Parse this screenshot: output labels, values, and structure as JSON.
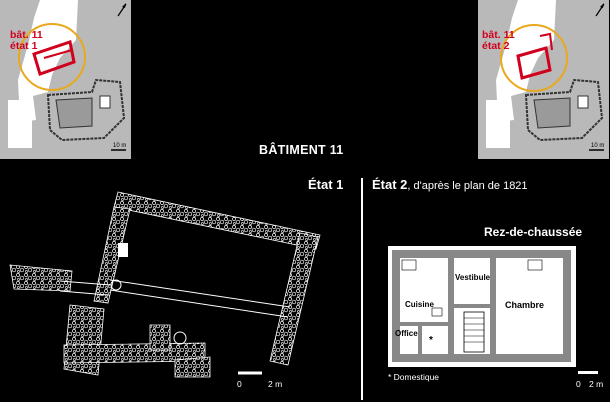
{
  "thumbnails": {
    "left": {
      "label_line1": "bât. 11",
      "label_line2": "état 1",
      "scale": "10 m"
    },
    "right": {
      "label_line1": "bât. 11",
      "label_line2": "état 2",
      "scale": "10 m"
    }
  },
  "title": "BÂTIMENT 11",
  "state1": {
    "label": "État 1",
    "scale_0": "0",
    "scale_2m": "2 m"
  },
  "state2": {
    "label": "État 2",
    "subtitle": ", d'après le plan de 1821",
    "floor": "Rez-de-chaussée",
    "rooms": {
      "vestibule": "Vestibule",
      "cuisine": "Cuisine",
      "chambre": "Chambre",
      "office": "Office",
      "star": "*"
    },
    "footnote": "* Domestique",
    "scale_0": "0",
    "scale_2m": "2 m"
  },
  "colors": {
    "highlight": "#d1001c",
    "circle": "#e8a91c",
    "thumb_bg": "#b9b9b9"
  }
}
